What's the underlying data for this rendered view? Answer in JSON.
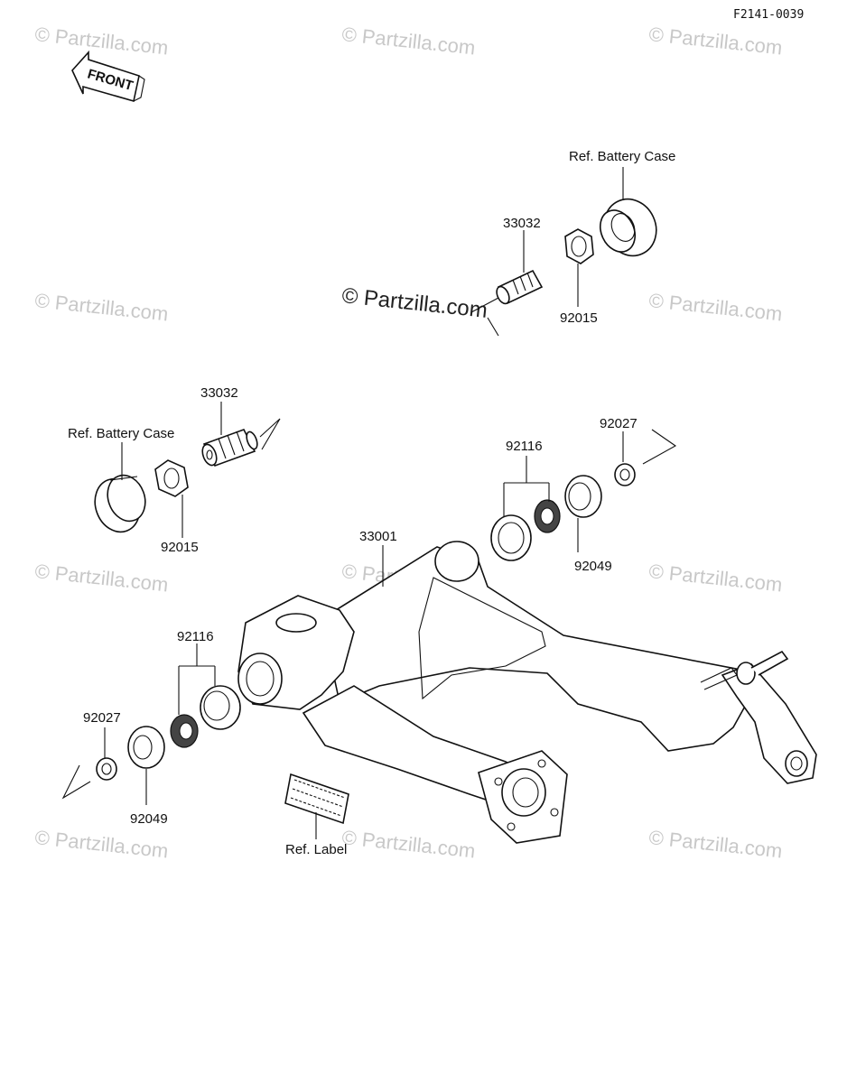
{
  "diagram_code": "F2141-0039",
  "front_label": "FRONT",
  "watermark": "© Partzilla.com",
  "watermark_center": "© Partzilla.com",
  "parts": {
    "swingarm": "33001",
    "sleeve_top": "33032",
    "nut_top": "92015",
    "ref_top": "Ref. Battery Case",
    "sleeve_left": "33032",
    "nut_left": "92015",
    "ref_left": "Ref. Battery Case",
    "bearing_right": "92116",
    "seal_right": "92049",
    "washer_right": "92027",
    "bearing_left": "92116",
    "seal_left": "92049",
    "washer_left": "92027",
    "ref_label": "Ref. Label"
  }
}
